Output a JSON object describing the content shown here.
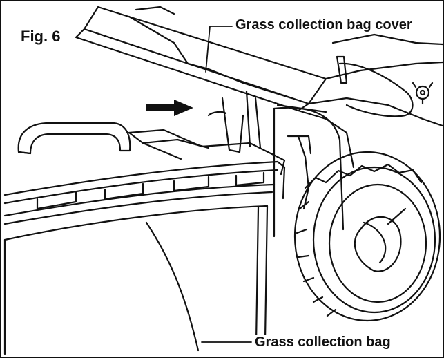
{
  "figure": {
    "number_label": "Fig. 6",
    "callouts": {
      "cover": "Grass collection bag cover",
      "bag": "Grass collection bag"
    },
    "line_color": "#111111",
    "background": "#ffffff"
  }
}
